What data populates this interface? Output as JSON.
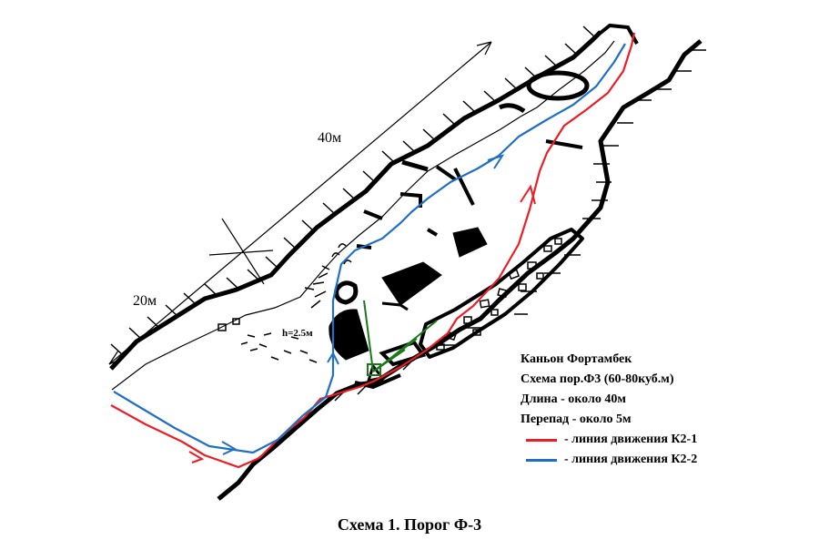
{
  "dimensions": {
    "long": "40м",
    "short": "20м",
    "drop_label": "h=2.5м"
  },
  "info": {
    "line1": "Каньон Фортамбек",
    "line2": "Схема пор.Ф3 (60-80куб.м)",
    "line3": "Длина - около 40м",
    "line4": "Перепад - около 5м"
  },
  "legend": [
    {
      "color": "#ee1c24",
      "label": "- линия движения К2-1"
    },
    {
      "color": "#1f6fc6",
      "label": "- линия движения К2-2"
    }
  ],
  "caption": "Схема 1. Порог Ф-3",
  "colors": {
    "route1": "#ee1c24",
    "route2": "#1f6fc6",
    "jet": "#1a7a1a"
  }
}
